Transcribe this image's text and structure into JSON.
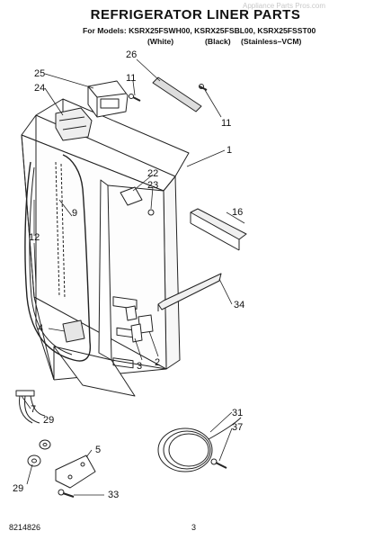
{
  "header": {
    "title": "REFRIGERATOR LINER PARTS",
    "models_line": "For Models: KSRX25FSWH00, KSRX25FSBL00, KSRX25FSST00",
    "variants": [
      "(White)",
      "(Black)",
      "(Stainless–VCM)"
    ],
    "watermark": "Appliance Parts Pros.com"
  },
  "footer": {
    "doc_number": "8214826",
    "page_number": "3"
  },
  "callouts": [
    "26",
    "25",
    "11",
    "24",
    "11",
    "1",
    "22",
    "23",
    "9",
    "16",
    "12",
    "34",
    "4",
    "3",
    "2",
    "7",
    "31",
    "29",
    "37",
    "5",
    "29",
    "33"
  ]
}
